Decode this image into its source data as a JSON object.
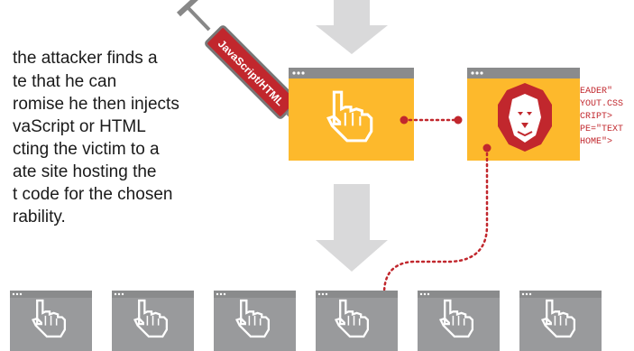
{
  "description_lines": [
    "the attacker finds a",
    "te that he can",
    "romise he then injects",
    "vaScript or HTML",
    "cting the victim to a",
    "ate site hosting the",
    "t code for the chosen",
    "rability."
  ],
  "syringe_label": "JavaScript/HTML",
  "code_lines": [
    "EADER\"",
    "YOUT.CSS",
    "CRIPT>",
    "PE=\"TEXT",
    "HOME\">"
  ],
  "colors": {
    "panel_yellow": "#fdb92c",
    "window_bar": "#8a8b8c",
    "window_gray": "#999a9c",
    "arrow_gray": "#d9d9da",
    "accent_red": "#c1272d",
    "text": "#1a1a1a"
  },
  "icons": {
    "hand_cursor": "pointing-hand-cursor-icon",
    "lion": "lion-head-icon",
    "syringe": "syringe-icon"
  },
  "victim_site_count": 6
}
